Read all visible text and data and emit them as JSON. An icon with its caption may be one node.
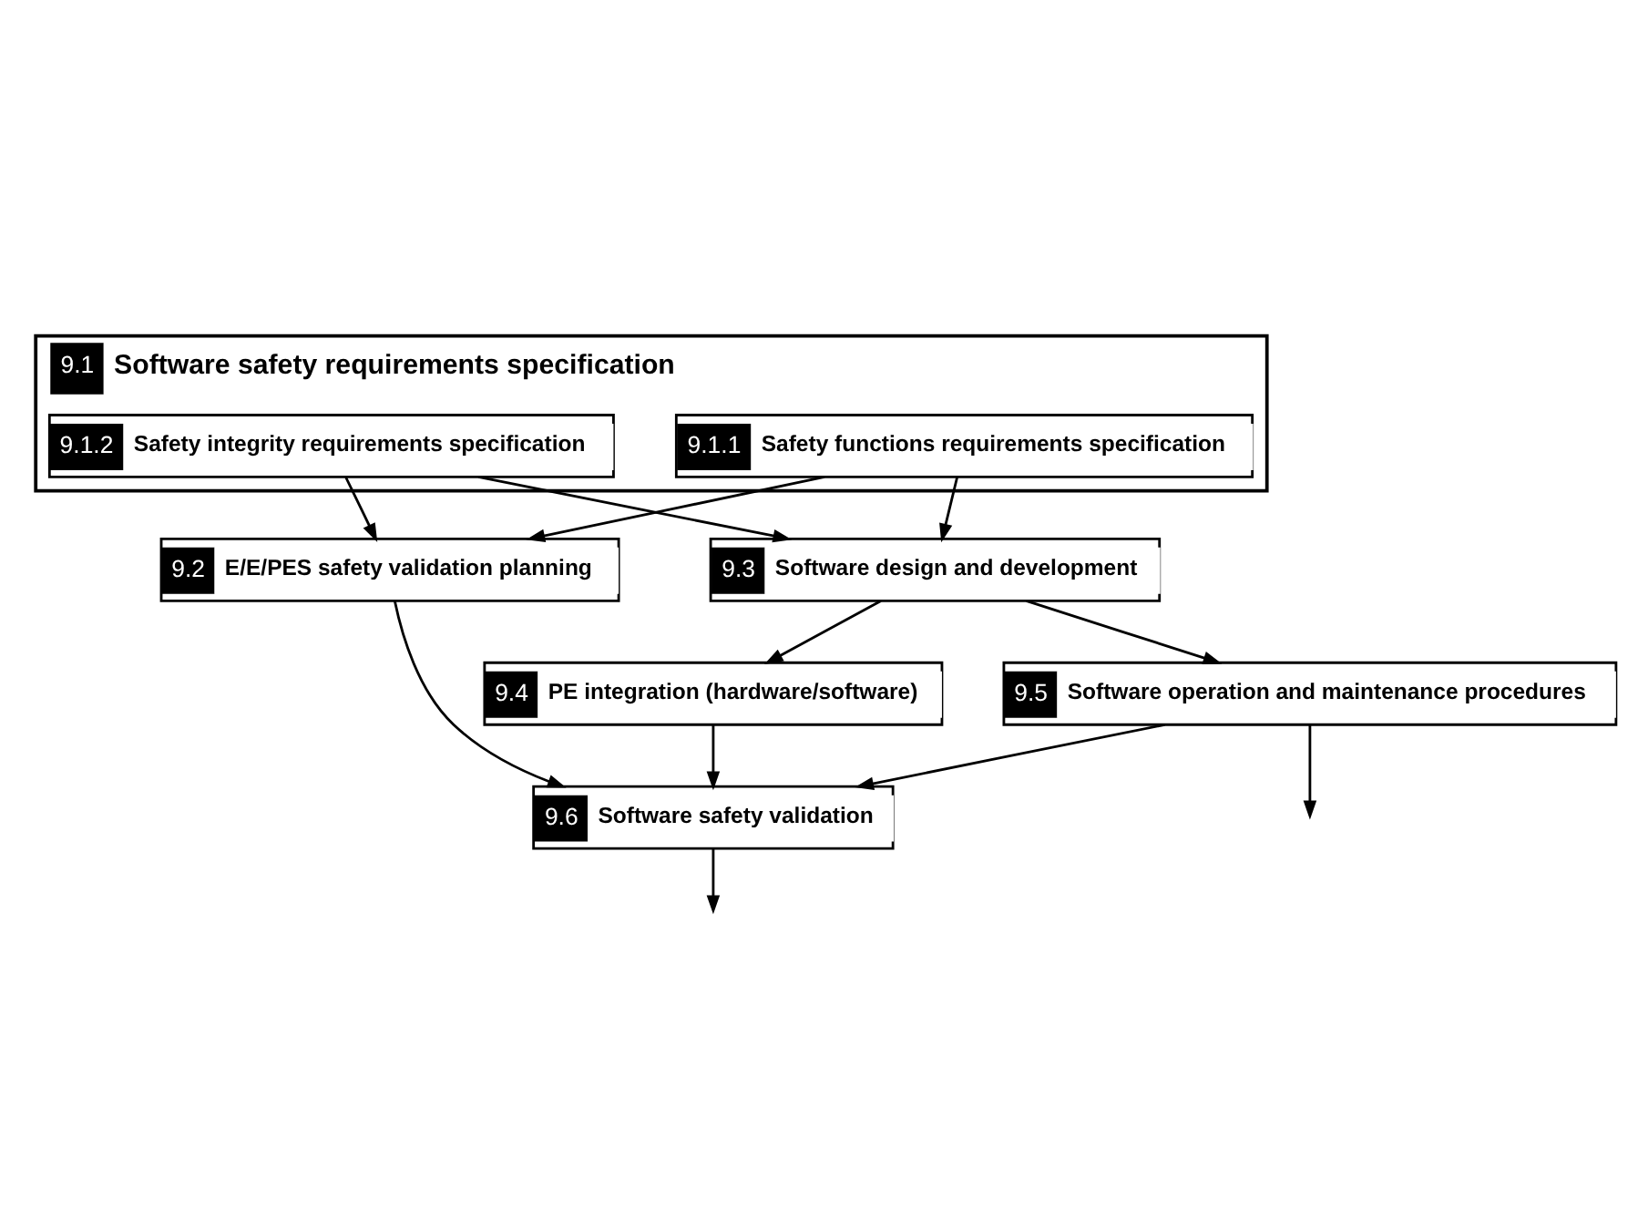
{
  "diagram": {
    "nodes": [
      {
        "text": [
          "9.1",
          "Software safety requirements specification"
        ]
      },
      {
        "text": [
          "9.1.1",
          "Safety functions requirements specification"
        ],
        "in": 0
      },
      {
        "text": [
          "9.1.2",
          "Safety integrity requirements specification"
        ],
        "in": 0
      },
      {
        "text": [
          "9.2",
          "E/E/PES safety validation planning"
        ]
      },
      {
        "text": [
          "9.3",
          "Software design and development"
        ]
      },
      {
        "text": [
          "9.4",
          "PE integration (hardware/software)"
        ]
      },
      {
        "text": [
          "9.5",
          "Software operation and maintenance procedures"
        ]
      },
      {
        "text": [
          "9.6",
          "Software safety validation"
        ]
      }
    ],
    "edges": [
      {
        "from": 1,
        "to": 3,
        "arrow": "to"
      },
      {
        "from": 1,
        "to": 4,
        "arrow": "to"
      },
      {
        "from": 2,
        "to": 3,
        "arrow": "to"
      },
      {
        "from": 2,
        "to": 4,
        "arrow": "to"
      },
      {
        "from": 4,
        "to": 5,
        "arrow": "to"
      },
      {
        "from": 4,
        "to": 6,
        "arrow": "to"
      },
      {
        "from": 3,
        "to": 7,
        "arrow": "to"
      },
      {
        "from": 5,
        "to": 7,
        "arrow": "to"
      },
      {
        "from": 6,
        "to": 7,
        "arrow": "to"
      },
      {
        "from": 6,
        "to": null,
        "arrow": "to"
      },
      {
        "from": 7,
        "to": null,
        "arrow": "to"
      }
    ]
  }
}
